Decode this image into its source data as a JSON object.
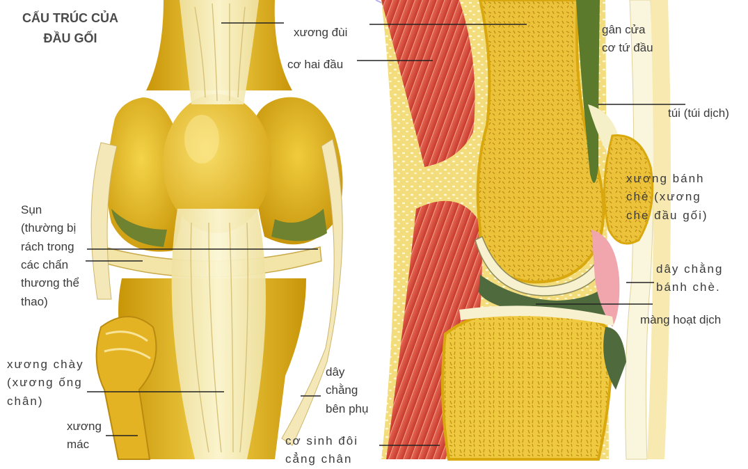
{
  "title": "CẤU TRÚC CỦA\nĐẦU GỐI",
  "labels": {
    "xuong_dui": "xương đùi",
    "co_hai_dau": "cơ hai đầu",
    "gan_cua_co_tu_dau": "gân cửa\ncơ tứ đầu",
    "tui": "túi (túi dịch)",
    "xuong_banh_che": "xương bánh\nchè (xương\nche đầu gối)",
    "sun": "Sụn\n(thường bị\nrách trong\ncác chấn\nthương thể\nthao)",
    "day_chang_banh_che": "dây chằng\nbánh chè.",
    "mang_hoat_dich": "màng hoạt dịch",
    "xuong_chay": "xương chày\n(xương ống\nchân)",
    "day_chang_ben_phu": "dây\nchằng\nbên phụ",
    "xuong_mac": "xương\nmác",
    "co_sinh_doi": "cơ sinh đôi\ncẳng chân"
  },
  "colors": {
    "bone": "#e6b81c",
    "bone_light": "#f6dc6a",
    "ligament": "#f7f0c2",
    "muscle": "#d94a3c",
    "cartilage_green": "#5e7a33",
    "synovial_pink": "#f1a6ad",
    "leader_line": "#222222"
  }
}
